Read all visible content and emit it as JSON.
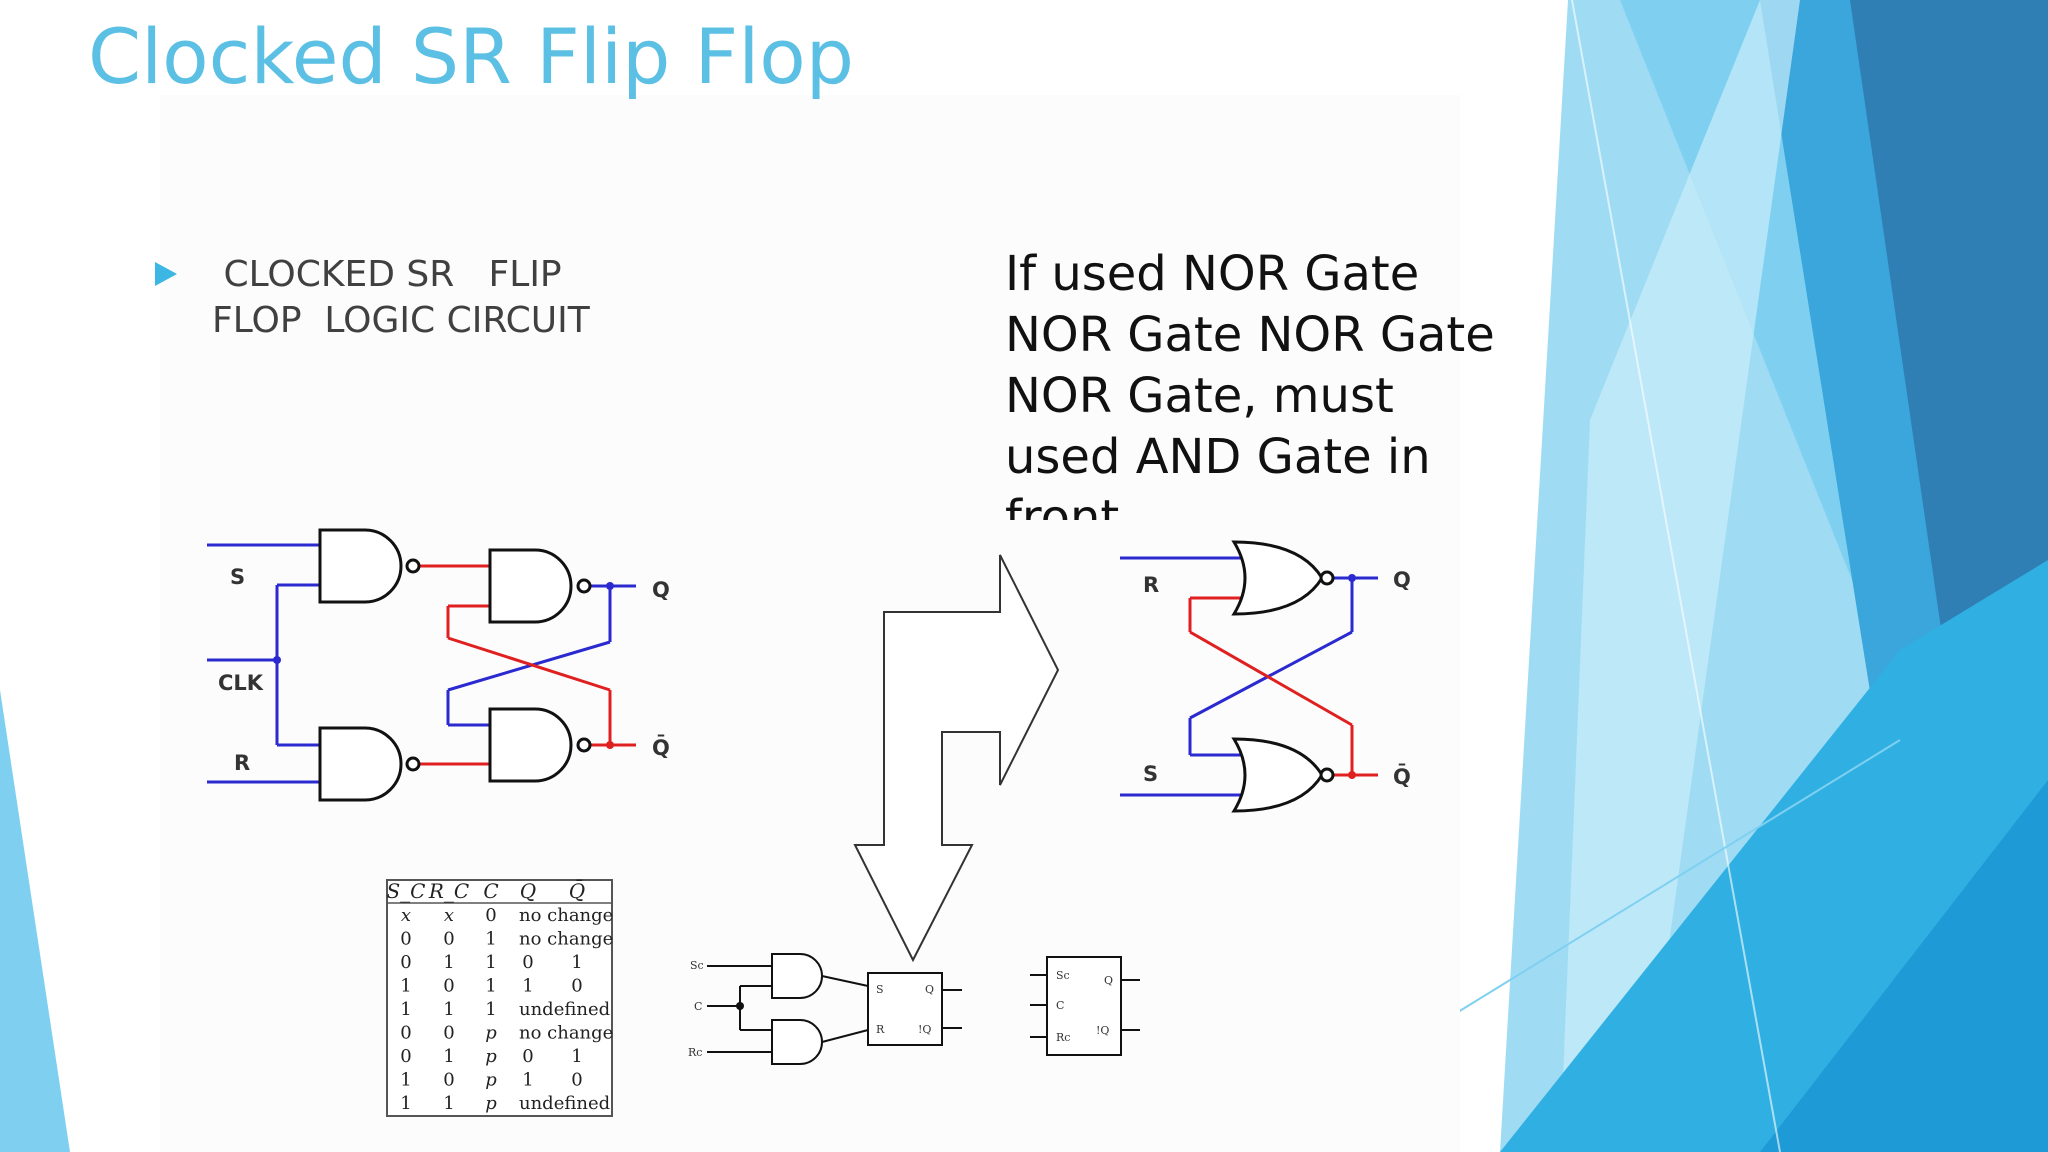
{
  "slide": {
    "title": "Clocked SR Flip Flop",
    "bullet": " CLOCKED SR   FLIP FLOP  LOGIC CIRCUIT",
    "note": "If used NOR Gate NOR Gate NOR Gate NOR Gate, must used AND Gate in front"
  },
  "nand_circuit": {
    "labels": {
      "s": "S",
      "clk": "CLK",
      "r": "R",
      "q": "Q",
      "qbar": "Q̄"
    }
  },
  "nor_circuit": {
    "labels": {
      "r": "R",
      "s": "S",
      "q": "Q",
      "qbar": "Q̄"
    }
  },
  "block_diagram": {
    "inputs": {
      "sc": "Sc",
      "c": "C",
      "rc": "Rc"
    },
    "pins": {
      "s": "S",
      "r": "R",
      "q": "Q",
      "nq": "!Q"
    }
  },
  "symbol": {
    "pins": {
      "sc": "Sc",
      "c": "C",
      "rc": "Rc",
      "q": "Q",
      "nq": "!Q"
    }
  },
  "truth_table": {
    "headers": [
      "S_C",
      "R_C",
      "C",
      "Q",
      "Q̄"
    ],
    "rows": [
      [
        "x",
        "x",
        "0",
        "no change",
        ""
      ],
      [
        "0",
        "0",
        "1",
        "no change",
        ""
      ],
      [
        "0",
        "1",
        "1",
        "0",
        "1"
      ],
      [
        "1",
        "0",
        "1",
        "1",
        "0"
      ],
      [
        "1",
        "1",
        "1",
        "undefined",
        ""
      ],
      [
        "0",
        "0",
        "p",
        "no change",
        ""
      ],
      [
        "0",
        "1",
        "p",
        "0",
        "1"
      ],
      [
        "1",
        "0",
        "p",
        "1",
        "0"
      ],
      [
        "1",
        "1",
        "p",
        "undefined",
        ""
      ]
    ]
  },
  "colors": {
    "title": "#5bc0e3",
    "wire_blue": "#2a2ad0",
    "wire_red": "#e02020",
    "accent_light": "#8ed6f2",
    "accent_mid": "#36b4e6",
    "accent_dark": "#2571a8"
  }
}
